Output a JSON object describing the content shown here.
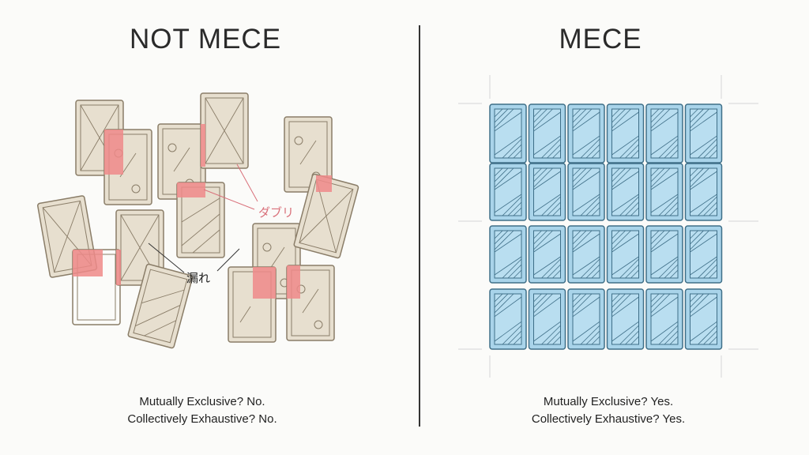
{
  "left": {
    "title": "NOT MECE",
    "caption_line1": "Mutually Exclusive? No.",
    "caption_line2": "Collectively Exhaustive? No.",
    "overlap_label": "ダブリ",
    "gap_label": "漏れ"
  },
  "right": {
    "title": "MECE",
    "caption_line1": "Mutually Exclusive? Yes.",
    "caption_line2": "Collectively Exhaustive? Yes.",
    "grid": {
      "rows": 4,
      "columns": 6
    }
  },
  "colors": {
    "card_fill": "#e7dfcf",
    "card_stroke": "#8a7d68",
    "overlap": "#ef8a8a",
    "overlap_label": "#d9707a",
    "mece_card": "#a9d4ea",
    "mece_stroke": "#3f6f88"
  }
}
